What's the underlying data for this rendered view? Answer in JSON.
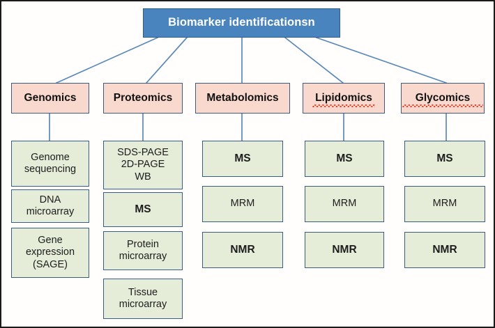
{
  "figure": {
    "kind": "hierarchy-tree-diagram",
    "background_color": "#fffefd",
    "frame_color": "#1a1a1a"
  },
  "palette": {
    "title_fill": "#4a84bf",
    "title_border": "#2f5d88",
    "title_text": "#ffffff",
    "category_fill": "#f9d9ce",
    "category_border": "#3a5b83",
    "leaf_fill": "#e5edd9",
    "leaf_border": "#3a5b83",
    "connector": "#5a89b8",
    "spellcheck_underline": "#e23b26"
  },
  "root": {
    "label": "Biomarker identificationsn"
  },
  "columns": [
    {
      "id": "genomics",
      "label": "Genomics",
      "misspelled": false,
      "leaves": [
        {
          "label": "Genome\nsequencing",
          "bold": false
        },
        {
          "label": "DNA\nmicroarray",
          "bold": false
        },
        {
          "label": "Gene\nexpression\n(SAGE)",
          "bold": false
        }
      ]
    },
    {
      "id": "proteomics",
      "label": "Proteomics",
      "misspelled": false,
      "leaves": [
        {
          "label": "SDS-PAGE\n2D-PAGE\nWB",
          "bold": false
        },
        {
          "label": "MS",
          "bold": true
        },
        {
          "label": "Protein\nmicroarray",
          "bold": false
        },
        {
          "label": "Tissue\nmicroarray",
          "bold": false
        }
      ]
    },
    {
      "id": "metabolomics",
      "label": "Metabolomics",
      "misspelled": false,
      "leaves": [
        {
          "label": "MS",
          "bold": true
        },
        {
          "label": "MRM",
          "bold": false
        },
        {
          "label": "NMR",
          "bold": true
        }
      ]
    },
    {
      "id": "lipidomics",
      "label": "Lipidomics",
      "misspelled": true,
      "leaves": [
        {
          "label": "MS",
          "bold": true
        },
        {
          "label": "MRM",
          "bold": false
        },
        {
          "label": "NMR",
          "bold": true
        }
      ]
    },
    {
      "id": "glycomics",
      "label": "Glycomics",
      "misspelled": true,
      "leaves": [
        {
          "label": "MS",
          "bold": true
        },
        {
          "label": "MRM",
          "bold": false
        },
        {
          "label": "NMR",
          "bold": true
        }
      ]
    }
  ]
}
